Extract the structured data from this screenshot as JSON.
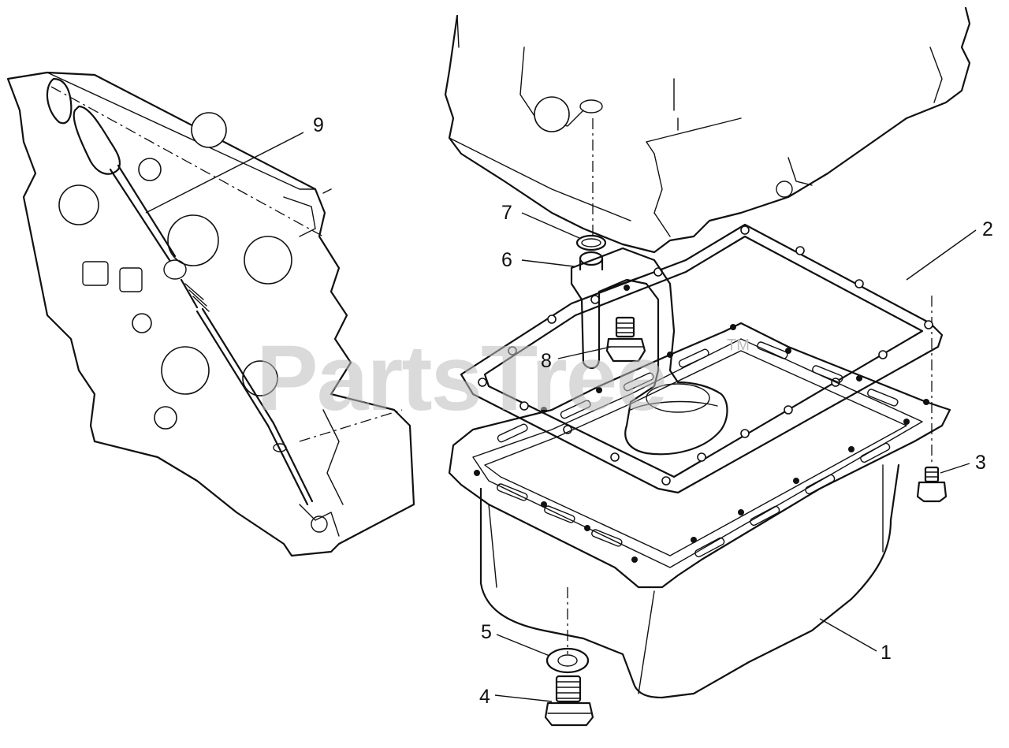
{
  "diagram": {
    "watermark": "PartsTree",
    "watermark_mark": "TM",
    "callouts": [
      {
        "id": "1",
        "label": "1"
      },
      {
        "id": "2",
        "label": "2"
      },
      {
        "id": "3",
        "label": "3"
      },
      {
        "id": "4",
        "label": "4"
      },
      {
        "id": "5",
        "label": "5"
      },
      {
        "id": "6",
        "label": "6"
      },
      {
        "id": "7",
        "label": "7"
      },
      {
        "id": "8",
        "label": "8"
      },
      {
        "id": "9",
        "label": "9"
      }
    ]
  }
}
